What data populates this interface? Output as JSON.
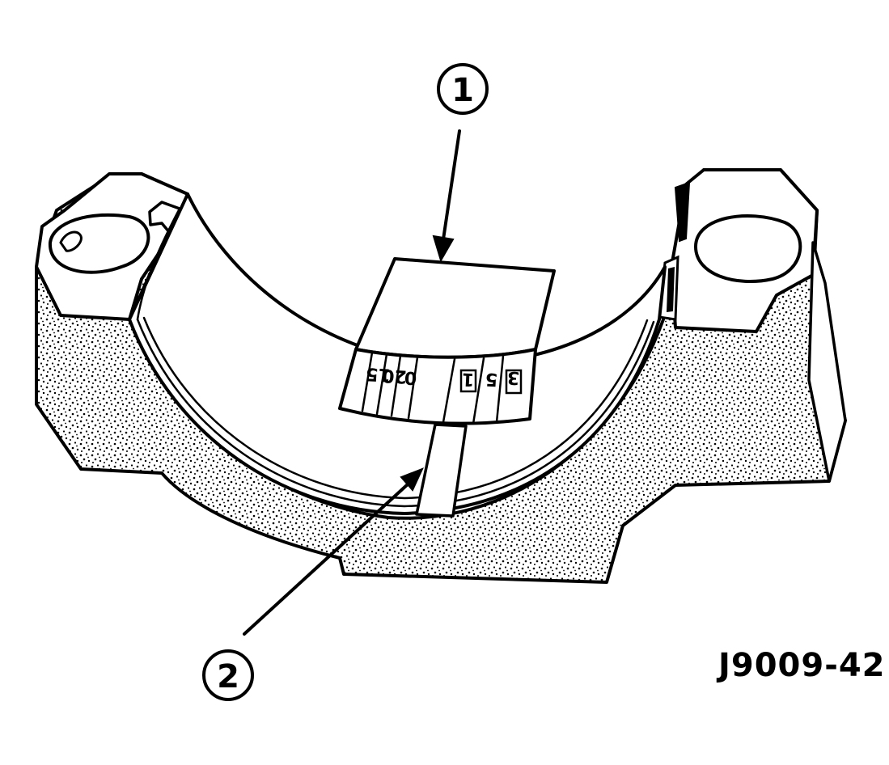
{
  "figure_code": "J9009-42",
  "callouts": [
    {
      "number": "1"
    },
    {
      "number": "2"
    }
  ],
  "scale_labels": [
    "15",
    "20",
    "0",
    "1",
    "5",
    "3"
  ],
  "colors": {
    "ink": "#000000",
    "paper": "#ffffff"
  }
}
